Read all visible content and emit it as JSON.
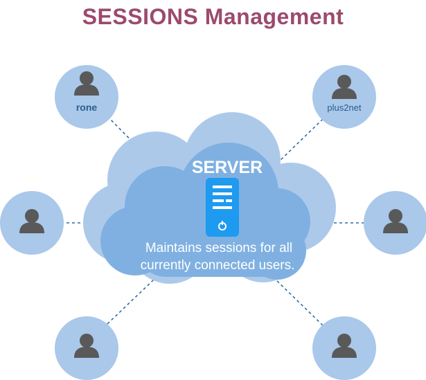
{
  "title": "SESSIONS Management",
  "server": {
    "label": "SERVER",
    "description_line1": "Maintains sessions for all",
    "description_line2": "currently connected users."
  },
  "users": [
    {
      "id": "top-left",
      "label": "rone"
    },
    {
      "id": "top-right",
      "label": "plus2net"
    },
    {
      "id": "middle-left",
      "label": ""
    },
    {
      "id": "middle-right",
      "label": ""
    },
    {
      "id": "bottom-left",
      "label": ""
    },
    {
      "id": "bottom-right",
      "label": ""
    }
  ],
  "colors": {
    "title": "#9b4a6d",
    "cloud_back": "#adc9ea",
    "cloud_front": "#7fb0e1",
    "user_circle": "#a9c8ea",
    "user_icon": "#595959",
    "server_icon": "#1e9af0",
    "connector": "#2e6aa3",
    "label_text": "#2b5d8f"
  },
  "icons": {
    "user": "person-silhouette-icon",
    "server": "server-tower-icon"
  }
}
